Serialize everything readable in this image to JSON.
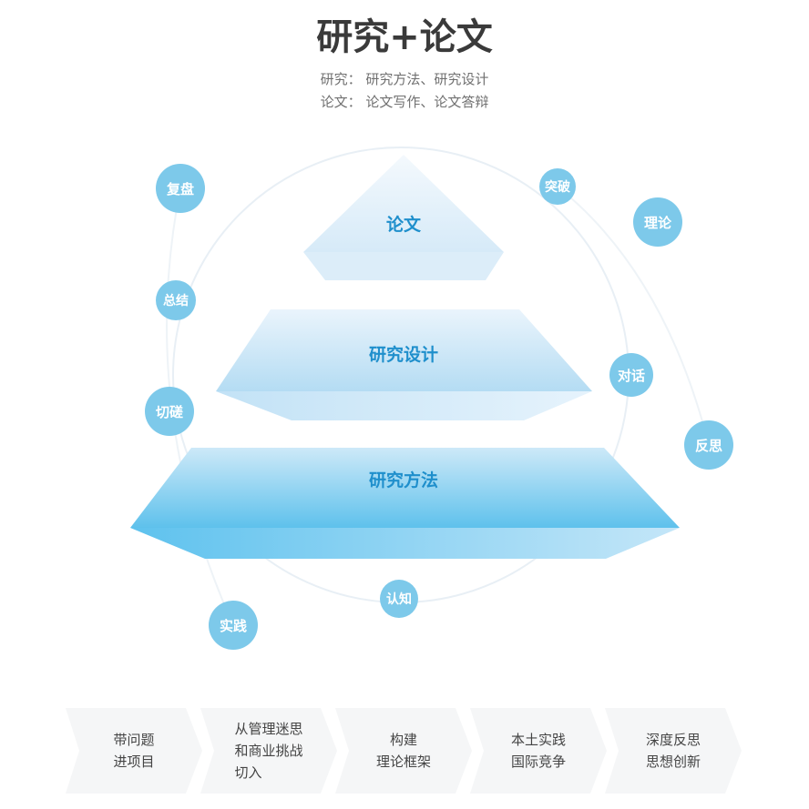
{
  "title": "研究+论文",
  "subtitle_lines": [
    "研究：  研究方法、研究设计",
    "论文：  论文写作、论文答辩"
  ],
  "pyramid": [
    "论文",
    "研究设计",
    "研究方法"
  ],
  "bubbles": [
    "复盘",
    "突破",
    "理论",
    "总结",
    "切磋",
    "对话",
    "反思",
    "认知",
    "实践"
  ],
  "steps": [
    "带问题\n进项目",
    "从管理迷思\n和商业挑战\n切入",
    "构建\n理论框架",
    "本土实践\n国际竞争",
    "深度反思\n思想创新"
  ],
  "colors": {
    "bubble": "#7dc9ea",
    "label": "#1f8fcc"
  }
}
